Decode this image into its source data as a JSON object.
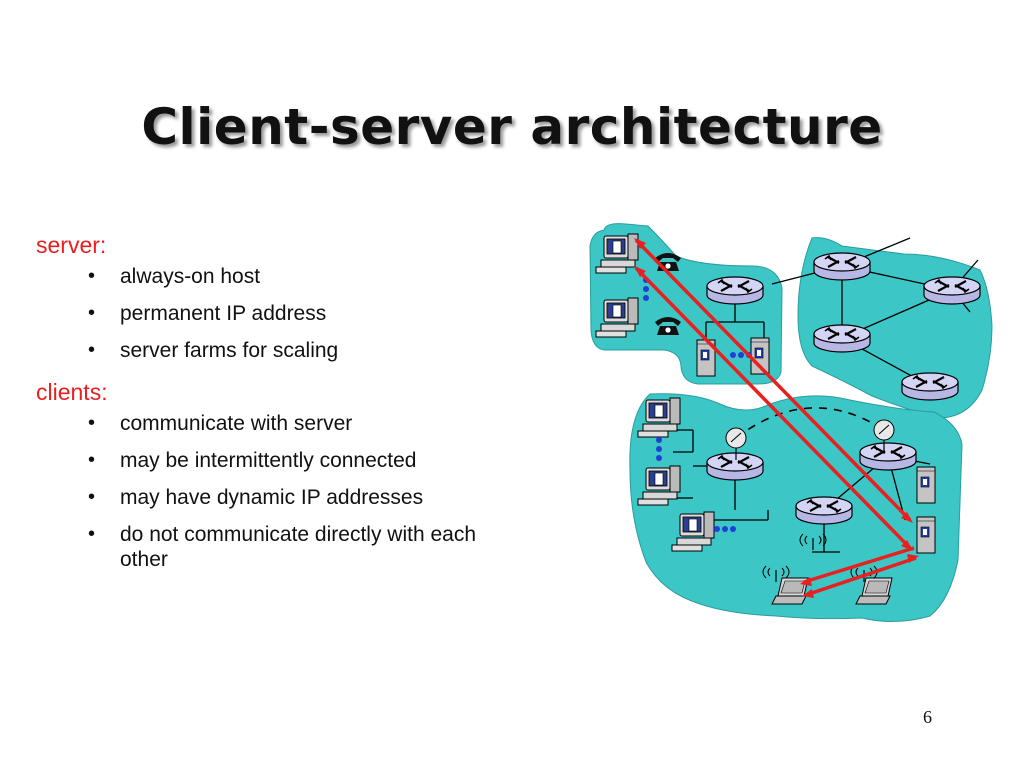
{
  "title": "Client-server architecture",
  "server_heading": "server:",
  "server_points": [
    "always-on host",
    "permanent IP address",
    "server farms for scaling"
  ],
  "clients_heading": "clients:",
  "client_points": [
    "communicate with server",
    "may be intermittently connected",
    "may have dynamic IP addresses",
    "do not communicate directly with each other"
  ],
  "page_number": "6",
  "colors": {
    "heading_red": "#e8201f",
    "network_cloud": "#3cc6c6",
    "connection_arrow": "#e8201f",
    "router": "#c8c8ee"
  },
  "diagram_icons": [
    "router-icon",
    "desktop-computer-icon",
    "telephone-icon",
    "server-tower-icon",
    "laptop-icon",
    "wireless-signal-icon",
    "satellite-dish-icon"
  ]
}
